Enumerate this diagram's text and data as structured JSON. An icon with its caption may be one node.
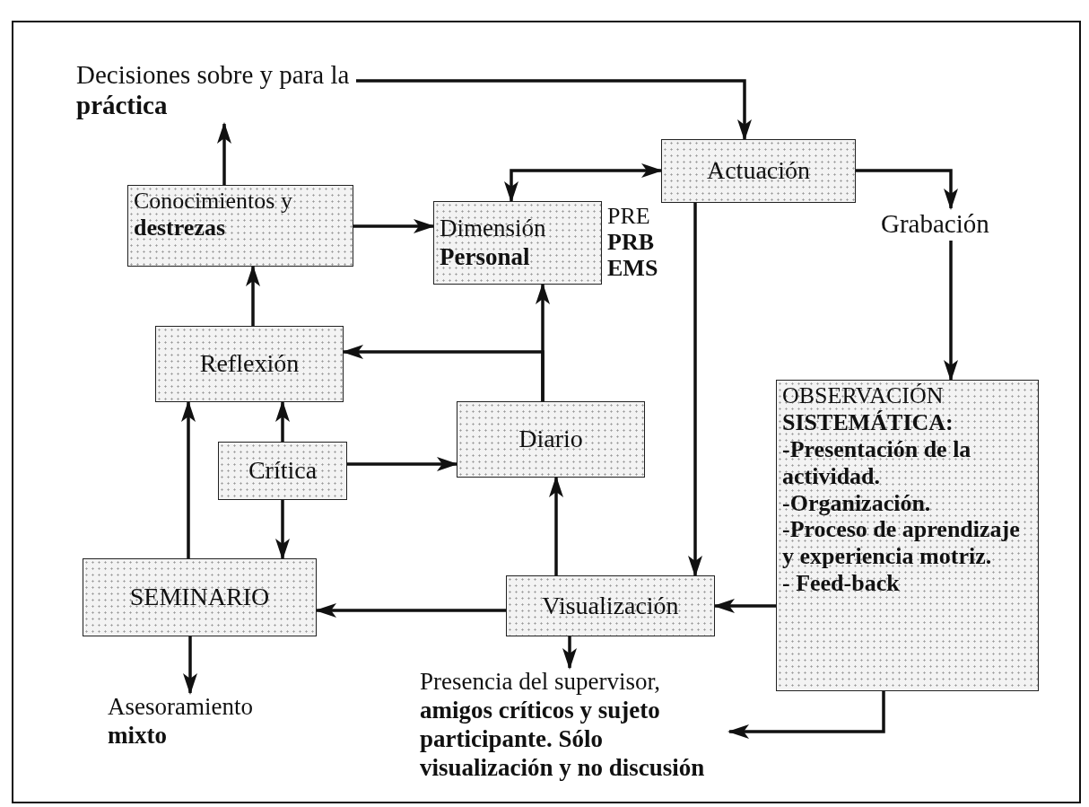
{
  "diagram": {
    "nodes": [
      {
        "text": [
          "Decisiones sobre y para la **práctica**"
        ]
      },
      {
        "text": [
          "Conocimientos y **destrezas**"
        ]
      },
      {
        "text": [
          "Dimensión **Personal**"
        ],
        "beside": [
          "PRE **PRB EMS**"
        ]
      },
      {
        "text": [
          "Actuación"
        ]
      },
      {
        "text": [
          "Grabación"
        ]
      },
      {
        "text": [
          "Reflexión"
        ]
      },
      {
        "text": [
          "Diario"
        ]
      },
      {
        "text": [
          "Crítica"
        ]
      },
      {
        "text": [
          "OBSERVACIÓN **SISTEMÁTICA:**",
          "-Presentación de la actividad.",
          "-Organización.",
          "-Proceso de aprendizaje y experiencia motriz.",
          "- Feed-back"
        ]
      },
      {
        "text": [
          "SEMINARIO"
        ]
      },
      {
        "text": [
          "Visualización"
        ]
      },
      {
        "text": [
          "Asesoramiento **mixto**"
        ]
      },
      {
        "text": [
          "Presencia del supervisor, **amigos críticos y sujeto participante. Sólo visualización y no discusión**"
        ]
      }
    ],
    "edges": [
      {
        "from": 0,
        "to": 3,
        "arrow": "to"
      },
      {
        "from": 1,
        "to": 0,
        "arrow": "to"
      },
      {
        "from": 2,
        "to": 3,
        "arrow": "both"
      },
      {
        "from": 1,
        "to": 2,
        "arrow": "to"
      },
      {
        "from": 3,
        "to": 4,
        "arrow": "to"
      },
      {
        "from": 5,
        "to": 1,
        "arrow": "to"
      },
      {
        "from": 6,
        "to": 5,
        "arrow": "to"
      },
      {
        "from": 6,
        "to": 2,
        "arrow": "to"
      },
      {
        "from": 7,
        "to": 5,
        "arrow": "to"
      },
      {
        "from": 7,
        "to": 6,
        "arrow": "to"
      },
      {
        "from": 7,
        "to": 9,
        "arrow": "to"
      },
      {
        "from": 9,
        "to": 5,
        "arrow": "to"
      },
      {
        "from": 3,
        "to": 10,
        "arrow": "to"
      },
      {
        "from": 4,
        "to": 8,
        "arrow": "to"
      },
      {
        "from": 8,
        "to": 10,
        "arrow": "to"
      },
      {
        "from": 10,
        "to": 9,
        "arrow": "to"
      },
      {
        "from": 10,
        "to": 6,
        "arrow": "to"
      },
      {
        "from": 10,
        "to": 12,
        "arrow": "to"
      },
      {
        "from": 9,
        "to": 11,
        "arrow": "to"
      },
      {
        "from": 8,
        "to": 12,
        "arrow": "to"
      }
    ]
  }
}
